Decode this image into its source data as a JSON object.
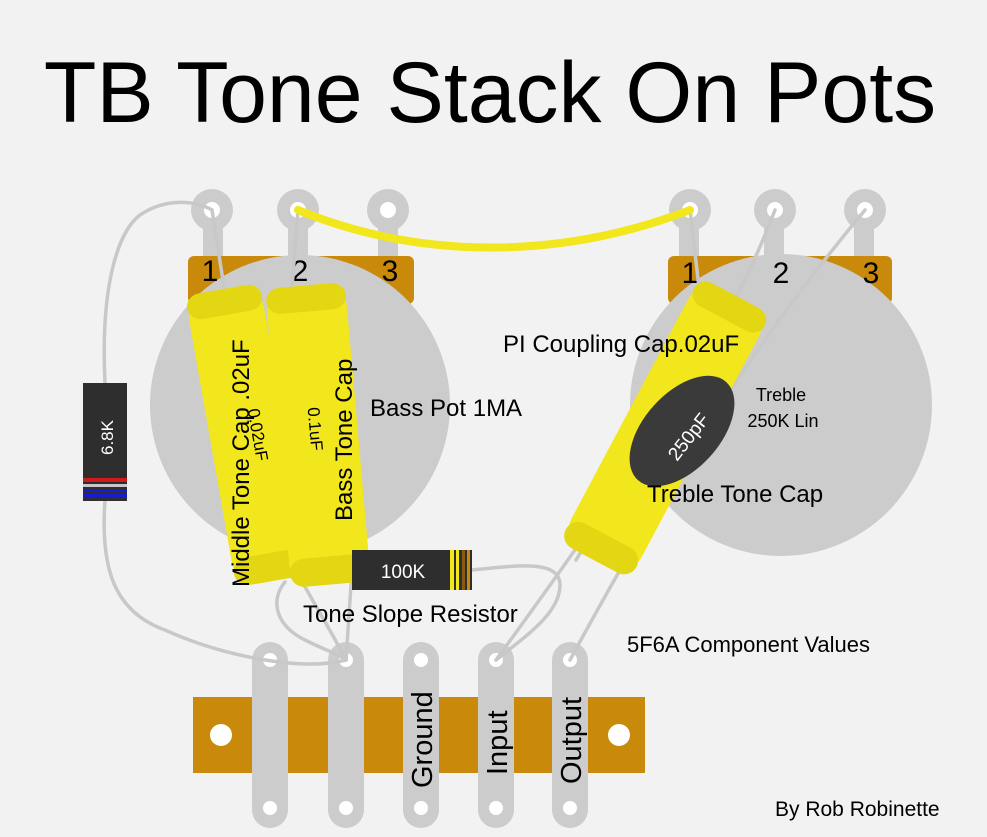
{
  "title": "TB Tone Stack On Pots",
  "author": "By Rob Robinette",
  "values_note": "5F6A Component Values",
  "pots": {
    "bass": {
      "label": "Bass Pot 1MA",
      "lug_numbers": [
        "1",
        "2",
        "3"
      ]
    },
    "treble": {
      "label_line1": "Treble",
      "label_line2": "250K Lin",
      "lug_numbers": [
        "1",
        "2",
        "3"
      ]
    }
  },
  "components": {
    "middle_cap": {
      "label": "Middle Tone Cap .02uF",
      "body_value": "0.02uF"
    },
    "bass_cap": {
      "label": "Bass Tone Cap",
      "body_value": "0.1uF"
    },
    "treble_cap": {
      "label": "Treble Tone Cap",
      "body_value": "250pF"
    },
    "coupling_cap": {
      "label": "PI Coupling Cap.02uF"
    },
    "slope_resistor": {
      "label": "Tone Slope Resistor",
      "body_value": "100K"
    },
    "resistor_68k": {
      "body_value": "6.8K"
    }
  },
  "terminal_strip": {
    "lug_labels": [
      "Ground",
      "Input",
      "Output"
    ]
  },
  "colors": {
    "background": "#f2f2f2",
    "pot_body": "#cccccc",
    "pot_tab": "#c98a0c",
    "capacitor": "#f2e61c",
    "jumper_wire": "#f2e61c",
    "lead_wire": "#c8c8c8",
    "ceramic_disc": "#3a3a3a",
    "board": "#c98a0c"
  }
}
